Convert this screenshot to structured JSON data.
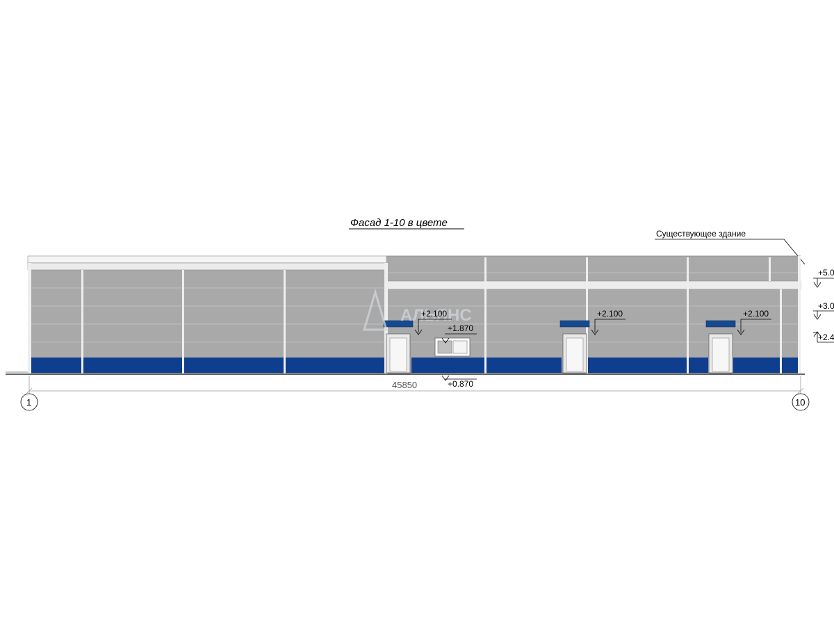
{
  "title": "Фасад 1-10 в цвете",
  "existing_building_label": "Существующее здание",
  "dimension": "45850",
  "axes": {
    "left": "1",
    "right": "10"
  },
  "marks": {
    "door1_top": "+2.100",
    "window_top": "+1.870",
    "window_bottom": "+0.870",
    "door2_top": "+2.100",
    "door3_top": "+2.100",
    "right_top": "+5.0",
    "right_mid": "+3.0",
    "right_low": "+2.4"
  },
  "watermark": "АЛЬЯНС",
  "colors": {
    "panel": "#a9a9a9",
    "plinth": "#0f3e8e",
    "canopy": "#154a8f",
    "trim": "#efefef"
  }
}
